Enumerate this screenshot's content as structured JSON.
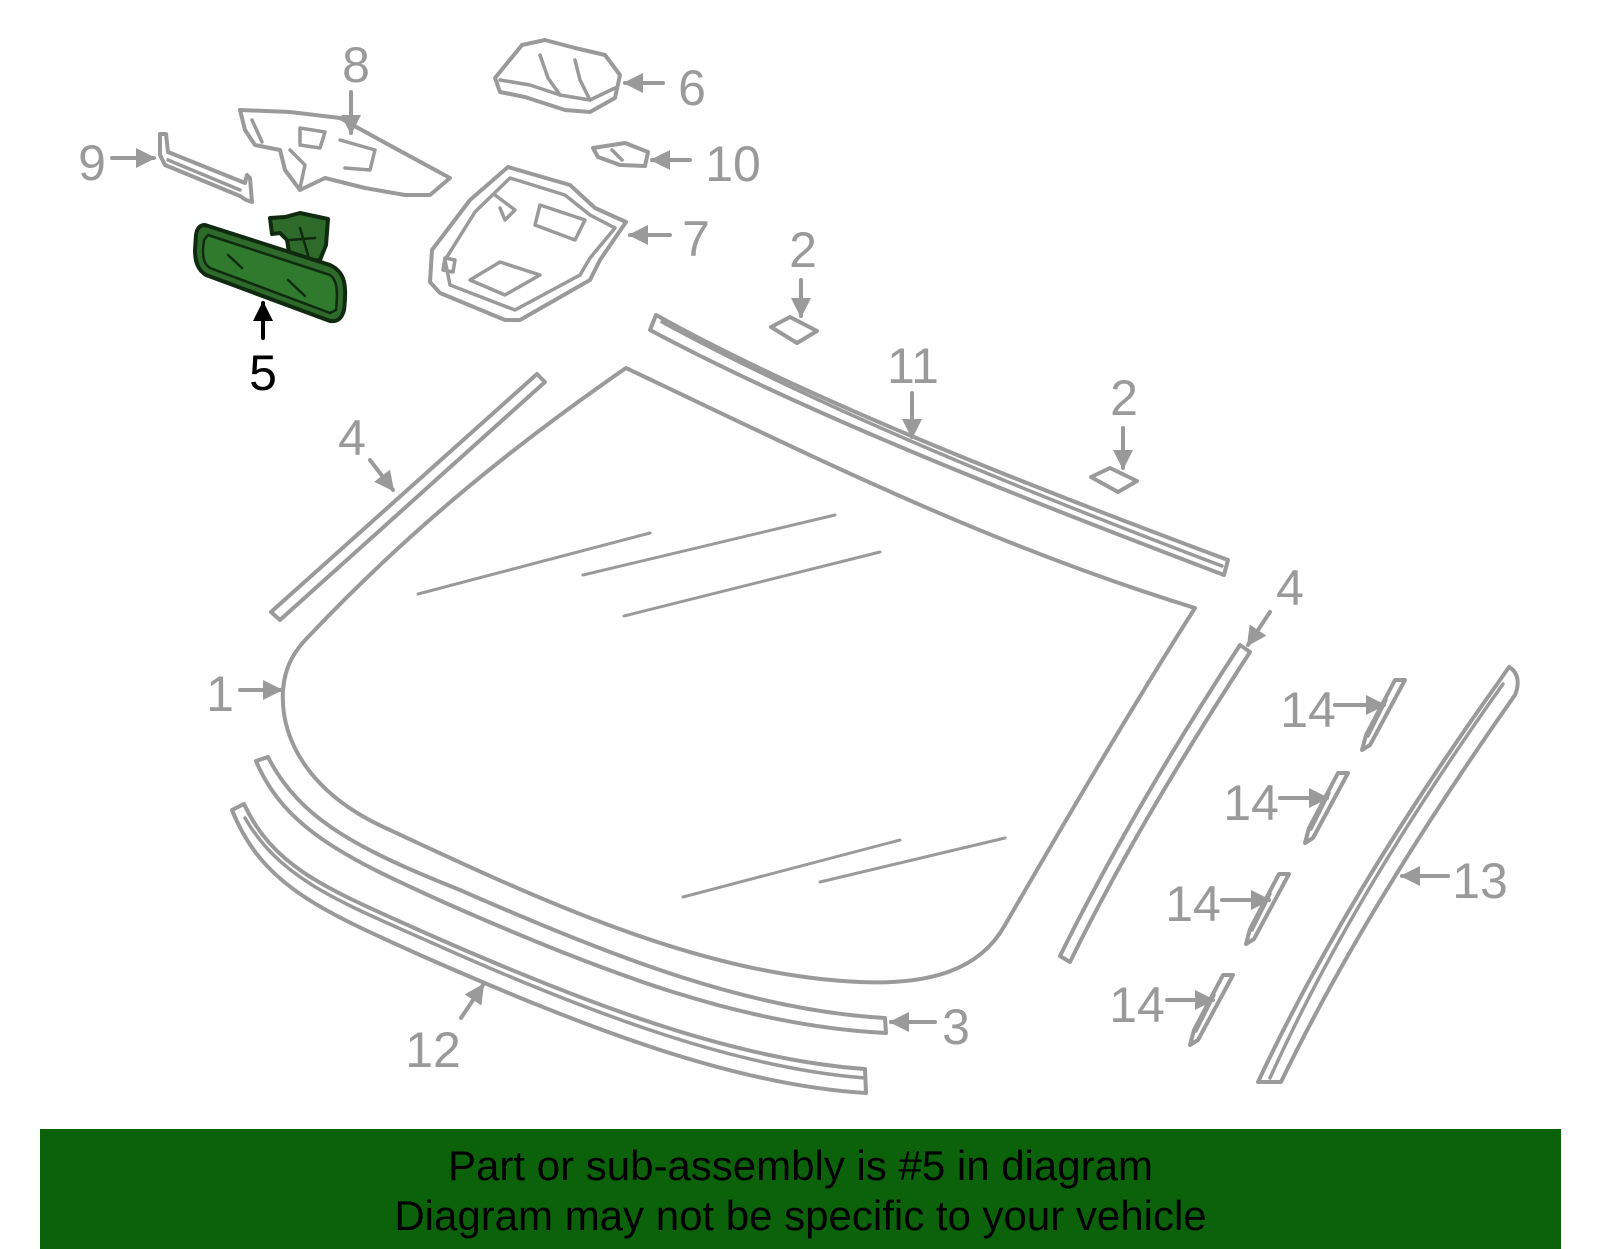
{
  "callouts": {
    "c1": "1",
    "c2a": "2",
    "c2b": "2",
    "c3": "3",
    "c4a": "4",
    "c4b": "4",
    "c5": "5",
    "c6": "6",
    "c7": "7",
    "c8": "8",
    "c9": "9",
    "c10": "10",
    "c11": "11",
    "c12": "12",
    "c13": "13",
    "c14a": "14",
    "c14b": "14",
    "c14c": "14",
    "c14d": "14"
  },
  "highlight_color": "#0b620b",
  "banner": {
    "line1": "Part or sub-assembly is #5 in diagram",
    "line2": "Diagram may not be specific to your vehicle"
  }
}
